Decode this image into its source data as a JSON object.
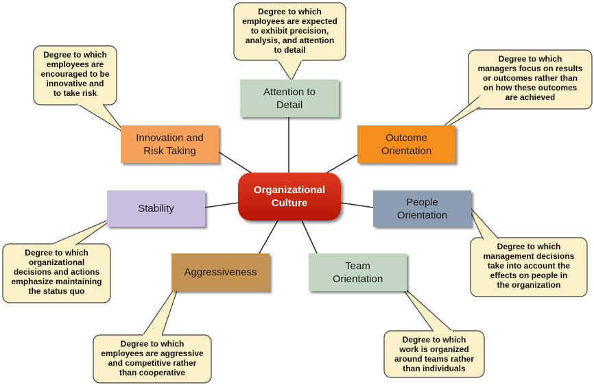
{
  "center": {
    "label": "Organizational\nCulture",
    "color": "#c8200c"
  },
  "dimensions": [
    {
      "id": "attention",
      "label": "Attention to\nDetail",
      "color": "#c3d6c3",
      "description": "Degree to which\nemployees are expected\nto exhibit precision,\nanalysis, and attention\nto detail"
    },
    {
      "id": "outcome",
      "label": "Outcome\nOrientation",
      "color": "#f68e1e",
      "description": "Degree to which\nmanagers focus on results\nor outcomes rather than\non how these outcomes\nare achieved"
    },
    {
      "id": "people",
      "label": "People\nOrientation",
      "color": "#8d9db2",
      "description": "Degree to which\nmanagement decisions\ntake into account the\neffects on people in\nthe organization"
    },
    {
      "id": "team",
      "label": "Team\nOrientation",
      "color": "#c3d6c3",
      "description": "Degree to which\nwork is organized\naround teams rather\nthan individuals"
    },
    {
      "id": "aggressiveness",
      "label": "Aggressiveness",
      "color": "#c49252",
      "description": "Degree to which\nemployees are aggressive\nand competitive rather\nthan cooperative"
    },
    {
      "id": "stability",
      "label": "Stability",
      "color": "#c9bde0",
      "description": "Degree to which\norganizational\ndecisions and actions\nemphasize maintaining\nthe status quo"
    },
    {
      "id": "innovation",
      "label": "Innovation and\nRisk Taking",
      "color": "#f6a15b",
      "description": "Degree to which\nemployees are\nencouraged to be\ninnovative and\nto take risk"
    }
  ],
  "bubble_color": "#fbf1c9"
}
